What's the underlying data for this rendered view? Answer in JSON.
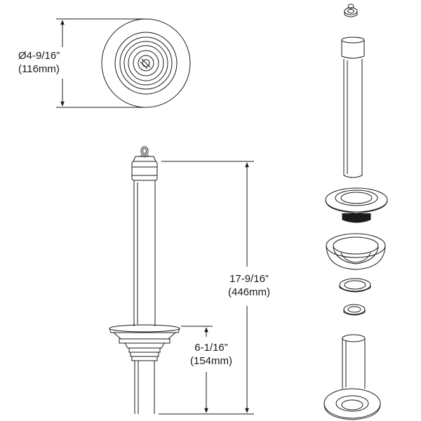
{
  "dimensions": {
    "top_diameter": {
      "imperial": "Ø4-9/16”",
      "metric": "(116mm)"
    },
    "overall_height": {
      "imperial": "17-9/16”",
      "metric": "(446mm)"
    },
    "strainer_height": {
      "imperial": "6-1/16”",
      "metric": "(154mm)"
    }
  },
  "colors": {
    "line": "#1a1a1a",
    "fill": "#ffffff",
    "gasket": "#1a1a1a"
  }
}
